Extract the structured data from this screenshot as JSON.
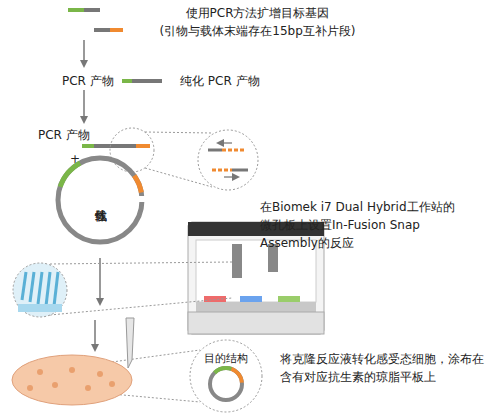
{
  "diagram": {
    "nodes": [
      {
        "text": [
          "线性载体"
        ]
      },
      {
        "text": [
          "目的结构"
        ]
      }
    ],
    "labels": [
      "使用PCR方法扩增目标基因 (引物与载体末端存在15bp互补片段)",
      "PCR 产物",
      "纯化 PCR 产物",
      "PCR 产物",
      "+",
      "在Biomek i7 Dual Hybrid工作站的微孔板上设置In-Fusion Snap Assembly的反应",
      "将克隆反应液转化感受态细胞，涂布在含有对应抗生素的琼脂平板上"
    ]
  }
}
